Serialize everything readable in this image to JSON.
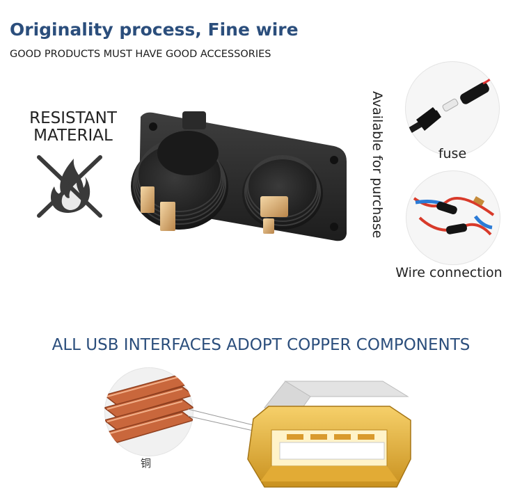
{
  "header": {
    "title": "Originality process, Fine wire",
    "subtitle": "GOOD PRODUCTS MUST HAVE GOOD ACCESSORIES"
  },
  "left_feature": {
    "label_line1": "RESISTANT",
    "label_line2": "MATERIAL",
    "icon": "no-fire-icon"
  },
  "side_text": "Available for purchase",
  "accessories": [
    {
      "label": "fuse",
      "icon": "fuse-icon"
    },
    {
      "label": "Wire connection",
      "icon": "wire-connector-icon"
    }
  ],
  "bottom": {
    "heading": "ALL USB INTERFACES ADOPT COPPER COMPONENTS",
    "copper_label": "铜"
  },
  "colors": {
    "heading_blue": "#2b4e7c",
    "copper": "#c8693f",
    "usb_gold": "#e2b23e"
  }
}
